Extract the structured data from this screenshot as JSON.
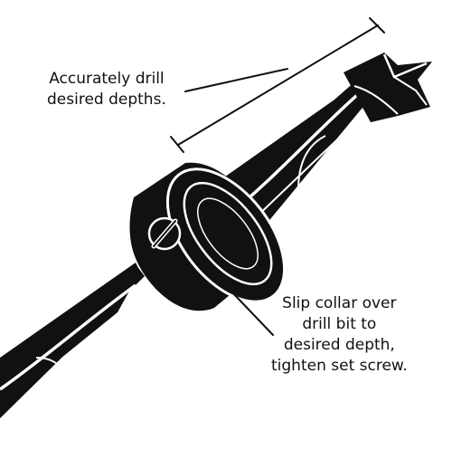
{
  "annotations": {
    "depth_caption": {
      "lines": [
        "Accurately drill",
        "desired depths."
      ]
    },
    "collar_caption": {
      "lines": [
        "Slip collar over",
        "drill bit to",
        "desired depth,",
        "tighten set screw."
      ]
    }
  },
  "colors": {
    "ink": "#111111",
    "highlight": "#ffffff",
    "background": "#ffffff"
  },
  "icons": {
    "drill_bit": "brad-point-drill-bit-icon",
    "stop_collar": "depth-stop-collar-icon",
    "set_screw": "slotted-set-screw-icon"
  }
}
